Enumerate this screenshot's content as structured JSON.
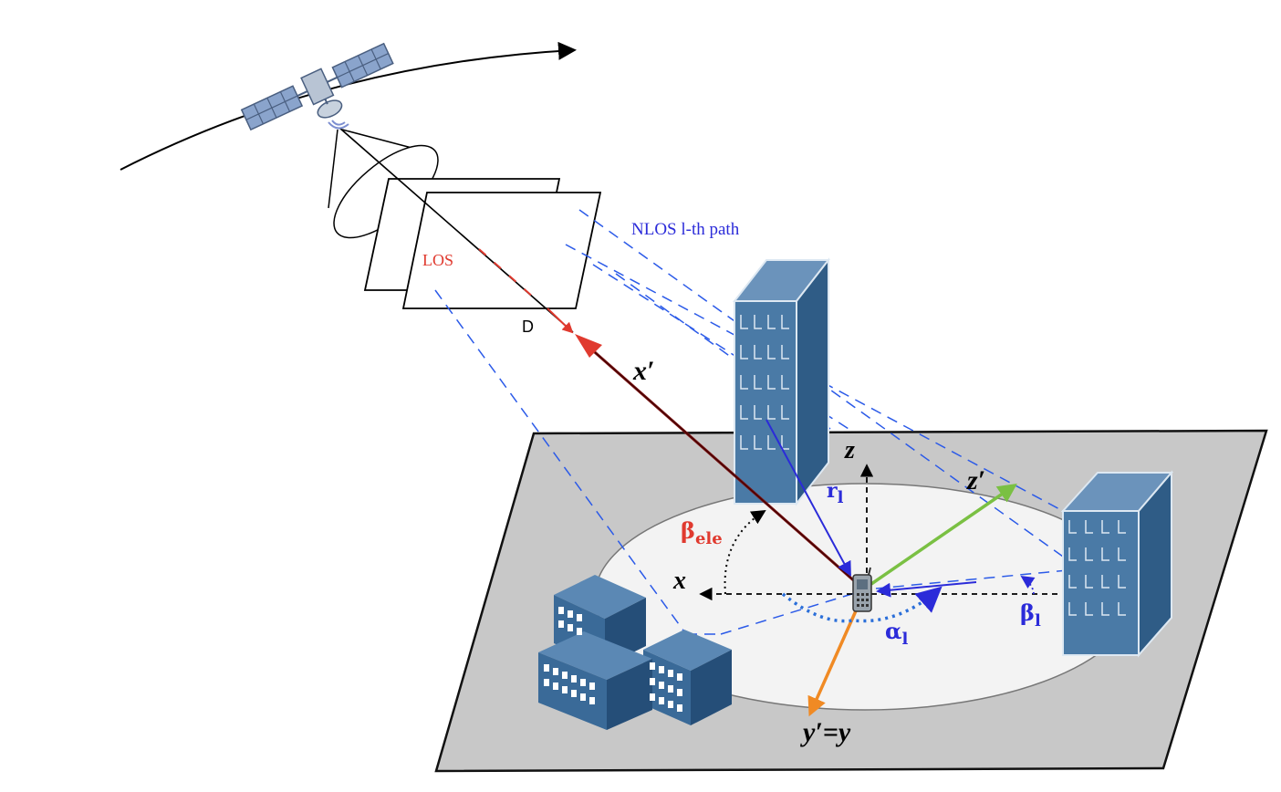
{
  "labels": {
    "nlos_path": "NLOS l-th path",
    "los": "LOS",
    "d": "D",
    "x_prime": "x′",
    "z": "z",
    "z_prime": "z′",
    "x": "x",
    "y_prime_eq_y": "y′=y",
    "r_l_main": "r",
    "r_l_sub": "l",
    "beta_ele_main": "β",
    "beta_ele_sub": "ele",
    "alpha_l_main": "α",
    "alpha_l_sub": "l",
    "beta_l_main": "β",
    "beta_l_sub": "l"
  },
  "colors": {
    "nlos": "#2b2bd9",
    "los": "#e03a2f",
    "ground": "#c8c8c8",
    "ellipse": "#f3f3f3",
    "building": "#4a7aa6",
    "building_dark": "#2f5c86",
    "z_prime_axis": "#7ac043",
    "y_prime_axis": "#f08a24",
    "x_prime_axis": "#7a1010"
  }
}
